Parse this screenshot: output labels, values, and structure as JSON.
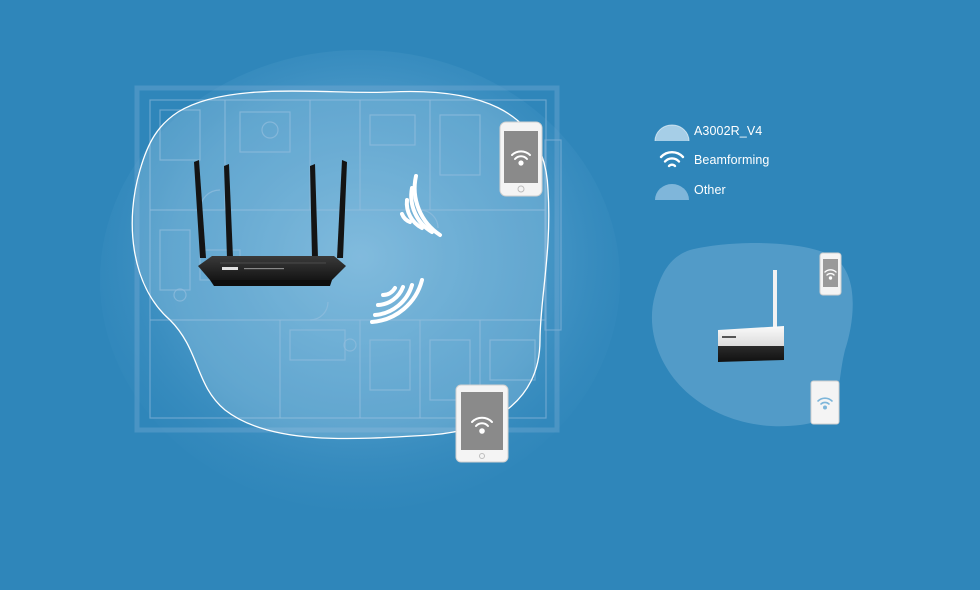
{
  "legend": {
    "items": [
      {
        "label": "A3002R_V4",
        "icon": "dome-coverage-icon",
        "color": "#cfe6f5"
      },
      {
        "label": "Beamforming",
        "icon": "wifi-beam-icon",
        "color": "#ffffff"
      },
      {
        "label": "Other",
        "icon": "dome-coverage-icon",
        "color": "#7fb6da"
      }
    ]
  },
  "colors": {
    "background": "#2f86ba",
    "coverage_main": "#5ba4d1",
    "coverage_other": "#4d97c8",
    "outline": "#ffffff",
    "router_body": "#1b1b1b",
    "device_frame": "#f2f2f2",
    "device_screen": "#8a8a8a"
  }
}
